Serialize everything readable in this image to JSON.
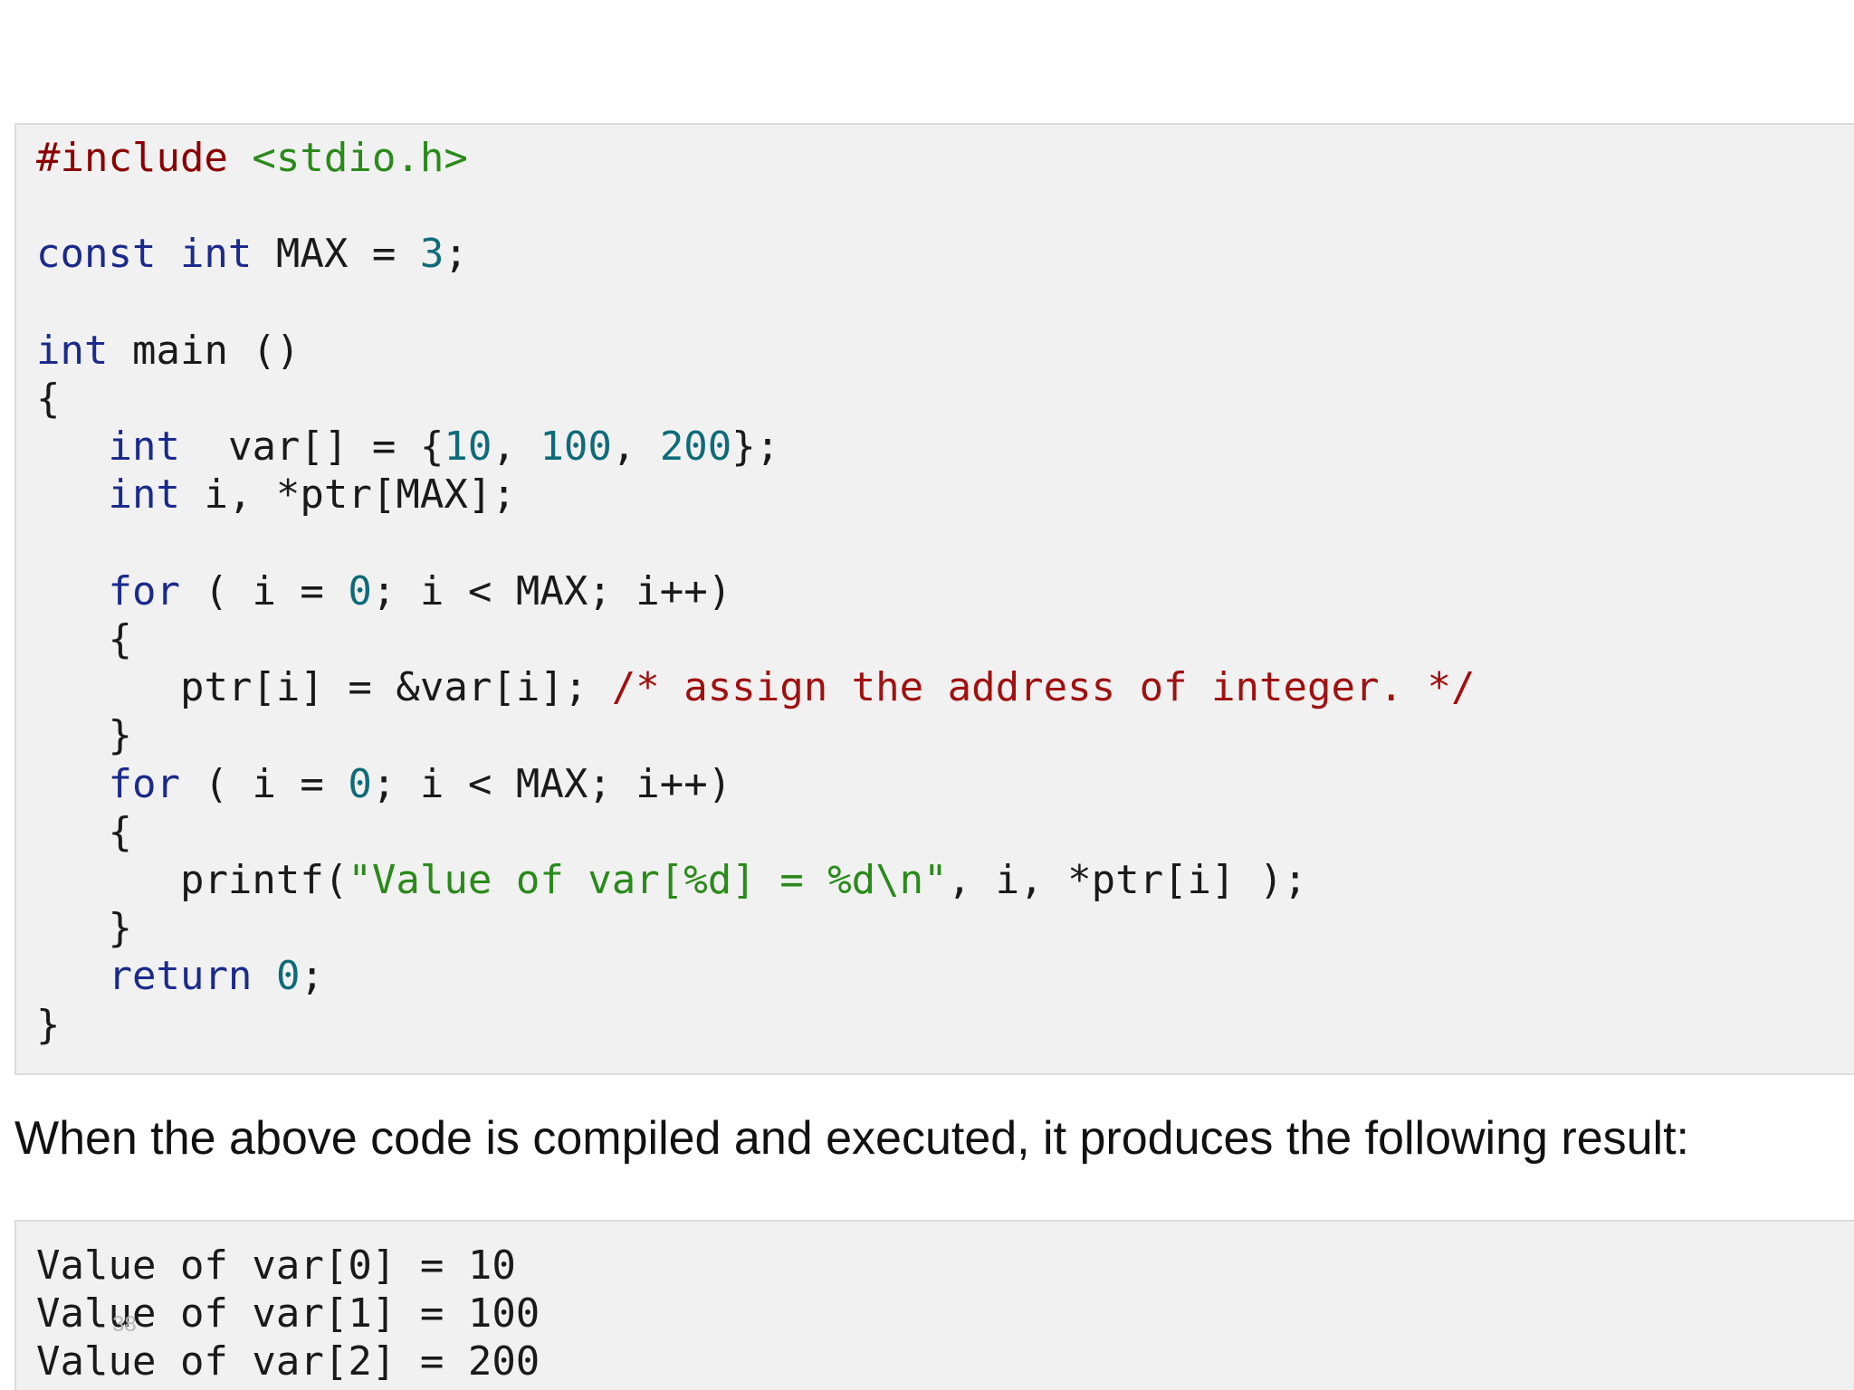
{
  "source_code": {
    "l1_pp": "#include",
    "l1_hdr": "<stdio.h>",
    "l3_kw": "const int",
    "l3_rest": " MAX = ",
    "l3_num": "3",
    "l3_end": ";",
    "l5_kw": "int",
    "l5_rest": " main ()",
    "l6": "{",
    "l7_kw": "int",
    "l7_rest": "  var[] = {",
    "l7_n1": "10",
    "l7_n2": "100",
    "l7_n3": "200",
    "l7_end": "};",
    "l8_kw": "int",
    "l8_rest": " i, *ptr[MAX];",
    "l10_kw": "for",
    "l10_a": " ( i = ",
    "l10_num": "0",
    "l10_b": "; i < MAX; i++)",
    "l11": "{",
    "l12_code": "ptr[i] = &var[i]; ",
    "l12_comment": "/* assign the address of integer. */",
    "l13": "}",
    "l14_kw": "for",
    "l14_a": " ( i = ",
    "l14_num": "0",
    "l14_b": "; i < MAX; i++)",
    "l15": "{",
    "l16_a": "printf(",
    "l16_str": "\"Value of var[%d] = %d\\n\"",
    "l16_b": ", i, *ptr[i] );",
    "l17": "}",
    "l18_kw": "return",
    "l18_num": "0",
    "l18_end": ";",
    "l19": "}"
  },
  "description": "When the above code is compiled and executed, it produces the following result:",
  "output": {
    "lines": [
      "Value of var[0] = 10",
      "Value of var[1] = 100",
      "Value of var[2] = 200"
    ]
  },
  "page_number": "38",
  "colors": {
    "keyword": "#1b2a8c",
    "preprocessor": "#8b0000",
    "string": "#2a8a1a",
    "number": "#0f6b7a",
    "comment": "#a11010",
    "code_background": "#f1f1f1"
  }
}
